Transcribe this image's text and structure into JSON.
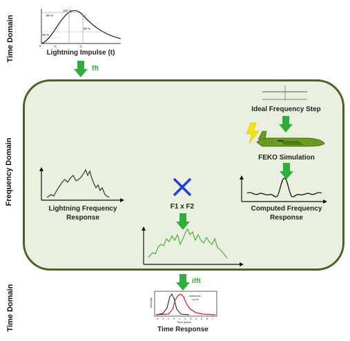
{
  "axis_labels": {
    "time_domain_top": "Time Domain",
    "frequency_domain": "Frequency Domain",
    "time_domain_bottom": "Time Domain"
  },
  "impulse": {
    "label": "Lightning Impulse (t)",
    "pct_90_left": "90 %",
    "pct_100": "100 %",
    "pct_90_right": "I",
    "pct_50": "50 %",
    "pct_30": "30 %",
    "pct_0": "0",
    "t1": "T₁",
    "t2": "T₂",
    "i_mark": "I"
  },
  "operations": {
    "fft": "fft",
    "ifft": "ifft",
    "multiply": "F1 x F2"
  },
  "blocks": {
    "ideal_step": "Ideal Frequency Step",
    "feko": "FEKO Simulation",
    "lightning_freq_line1": "Lightning Frequency",
    "lightning_freq_line2": "Response",
    "computed_line1": "Computed Frequency",
    "computed_line2": "Response",
    "time_response": "Time Response"
  },
  "mini_plot": {
    "ylabel": "Intensity",
    "xlabel": "Time (nsec)",
    "xticks": [
      "-3",
      "-2",
      "-1",
      "0",
      "1",
      "2",
      "3",
      "4",
      "5",
      "6",
      "7"
    ],
    "legend": [
      "reference",
      "cavity"
    ]
  },
  "colors": {
    "panel_bg": "#eaf0df",
    "panel_border": "#4b6024",
    "arrow": "#2fae3a",
    "cross": "#1f3fd6",
    "airplane": "#6a9a1e",
    "lightning": "#f2e600",
    "signal_green": "#4caf3a",
    "signal_dark": "#2d3a1c"
  }
}
